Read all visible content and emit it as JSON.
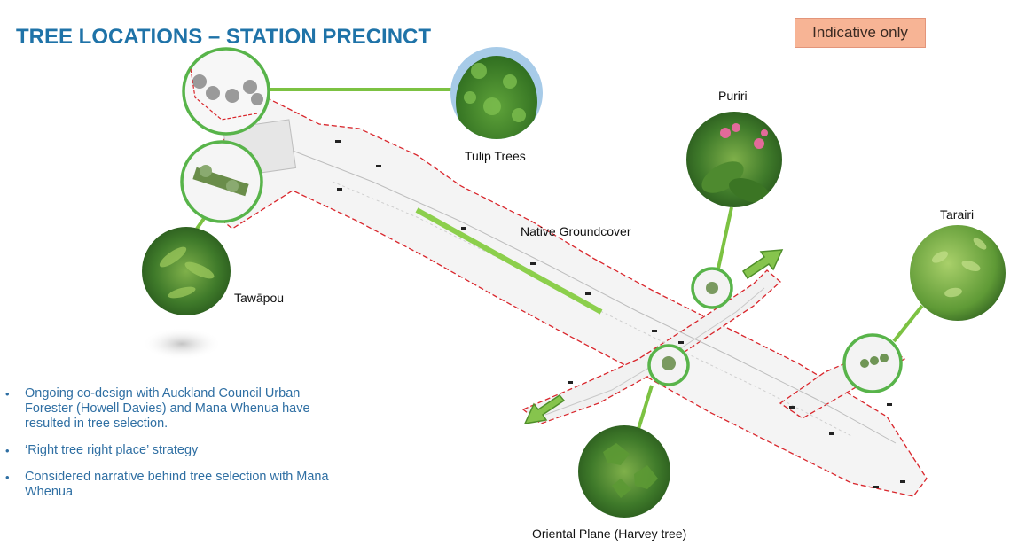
{
  "slide": {
    "title": "TREE LOCATIONS – STATION PRECINCT",
    "badge": "Indicative only"
  },
  "tree_labels": {
    "tulip": "Tulip Trees",
    "puriri": "Puriri",
    "tarairi": "Tarairi",
    "tawapou": "Tawāpou",
    "groundcover": "Native Groundcover",
    "oriental_plane": "Oriental Plane (Harvey tree)"
  },
  "bullets": [
    "Ongoing co-design with Auckland Council Urban Forester (Howell Davies) and Mana Whenua have resulted in tree selection.",
    "‘Right tree right place’ strategy",
    "Considered narrative behind tree selection with Mana Whenua"
  ],
  "bullet_marker": "•",
  "colors": {
    "title": "#1f73a8",
    "accent_green": "#7cc242",
    "callout_ring": "#4caf50",
    "boundary_red": "#d9262c",
    "badge_bg": "#f7b495",
    "bullet_text": "#2f6fa3"
  }
}
